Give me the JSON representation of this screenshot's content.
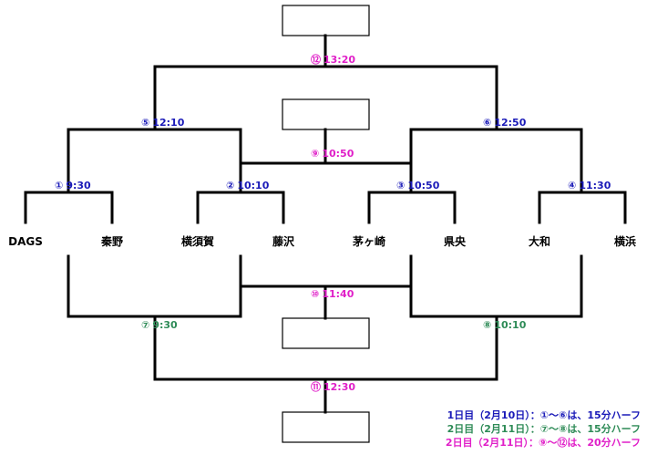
{
  "colors": {
    "line": "#000000",
    "day1": "#1a1ab8",
    "day2_loser": "#2e8b57",
    "day2_winner": "#e020c8"
  },
  "teams": [
    "DAGS",
    "秦野",
    "横須賀",
    "藤沢",
    "茅ヶ崎",
    "県央",
    "大和",
    "横浜"
  ],
  "matches": {
    "m1": {
      "num": "①",
      "time": "9:30"
    },
    "m2": {
      "num": "②",
      "time": "10:10"
    },
    "m3": {
      "num": "③",
      "time": "10:50"
    },
    "m4": {
      "num": "④",
      "time": "11:30"
    },
    "m5": {
      "num": "⑤",
      "time": "12:10"
    },
    "m6": {
      "num": "⑥",
      "time": "12:50"
    },
    "m7": {
      "num": "⑦",
      "time": "9:30"
    },
    "m8": {
      "num": "⑧",
      "time": "10:10"
    },
    "m9": {
      "num": "⑨",
      "time": "10:50"
    },
    "m10": {
      "num": "⑩",
      "time": "11:40"
    },
    "m11": {
      "num": "⑪",
      "time": "12:30"
    },
    "m12": {
      "num": "⑫",
      "time": "13:20"
    }
  },
  "legend": {
    "line1": "1日目（2月10日）：①～⑥は、15分ハーフ",
    "line2": "2日目（2月11日）：⑦～⑧は、15分ハーフ",
    "line3": "2日目（2月11日）：⑨～⑫は、20分ハーフ"
  }
}
